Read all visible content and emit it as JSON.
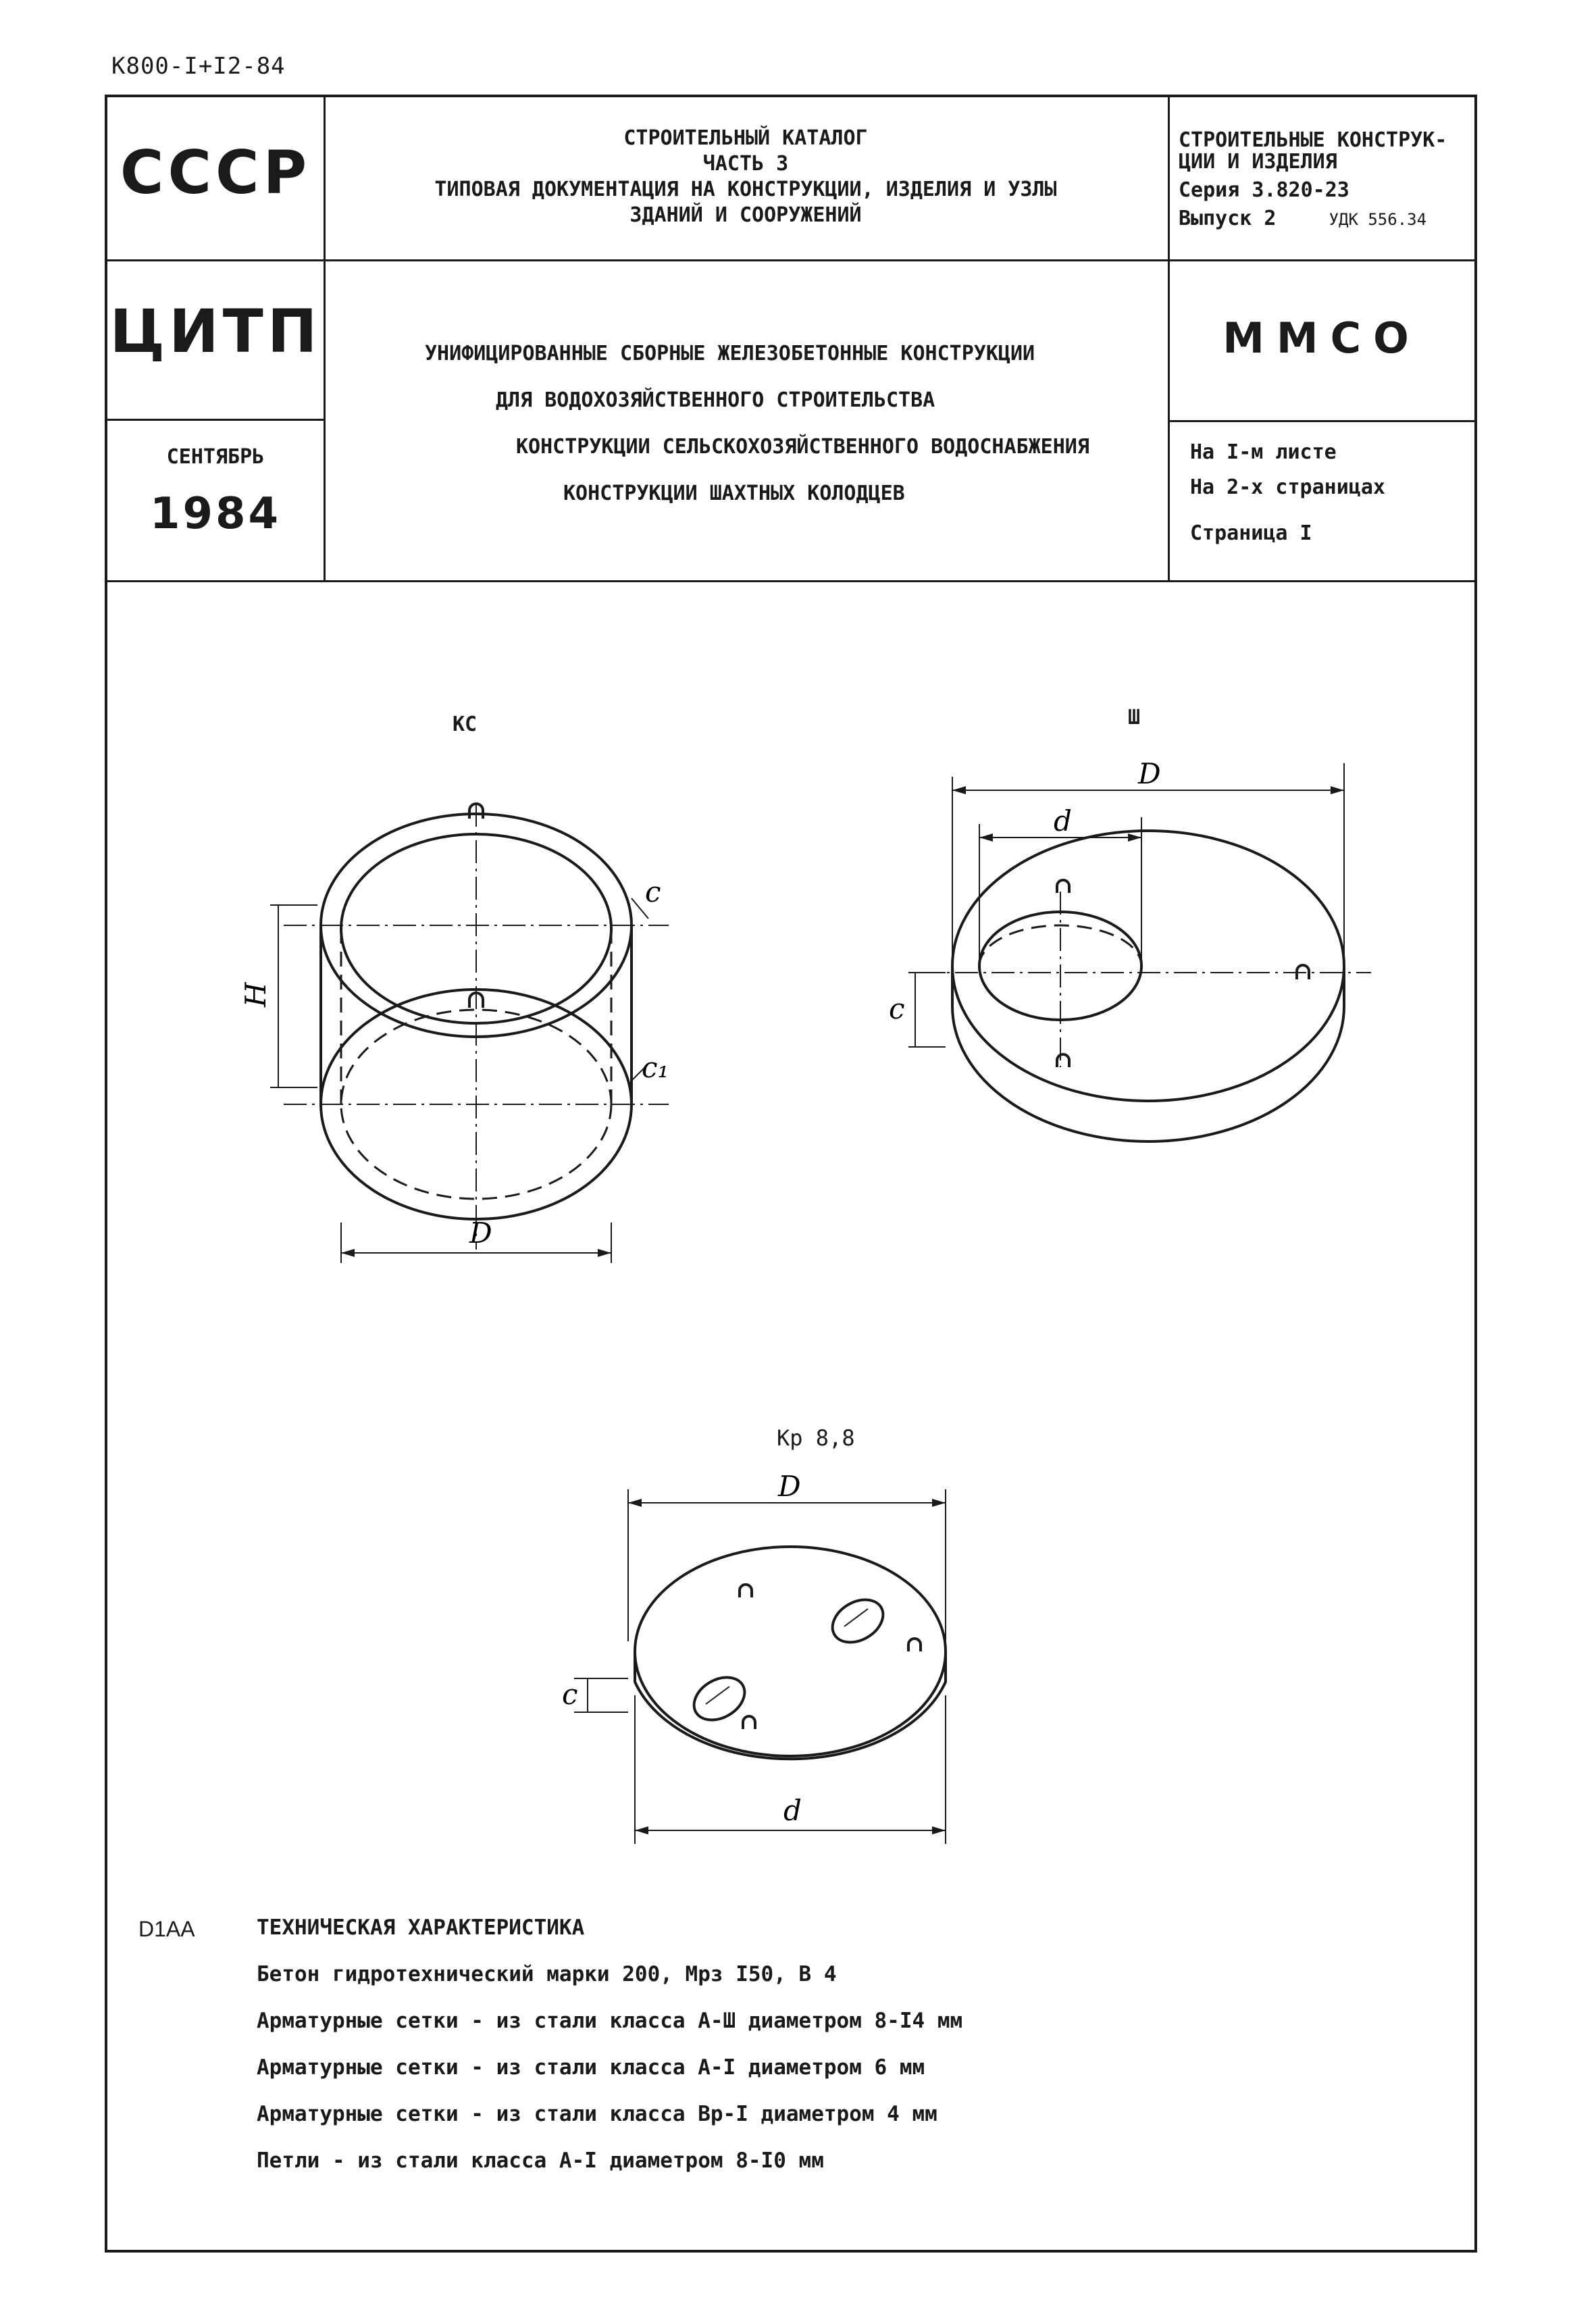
{
  "doc_code": "К800-I+I2-84",
  "header": {
    "country": "СССР",
    "agency": "ЦИТП",
    "month": "СЕНТЯБРЬ",
    "year": "1984",
    "catalog_lines": [
      "СТРОИТЕЛЬНЫЙ КАТАЛОГ",
      "ЧАСТЬ 3",
      "ТИПОВАЯ ДОКУМЕНТАЦИЯ НА КОНСТРУКЦИИ, ИЗДЕЛИЯ И УЗЛЫ",
      "ЗДАНИЙ И СООРУЖЕНИЙ"
    ],
    "section_lines": [
      "СТРОИТЕЛЬНЫЕ КОНСТРУК-",
      "ЦИИ И ИЗДЕЛИЯ"
    ],
    "series": "Серия 3.820-23",
    "issue": "Выпуск 2",
    "udk": "УДК 556.34",
    "title_lines": [
      "УНИФИЦИРОВАННЫЕ СБОРНЫЕ ЖЕЛЕЗОБЕТОННЫЕ КОНСТРУКЦИИ",
      "ДЛЯ ВОДОХОЗЯЙСТВЕННОГО СТРОИТЕЛЬСТВА",
      "КОНСТРУКЦИИ СЕЛЬСКОХОЗЯЙСТВЕННОГО ВОДОСНАБЖЕНИЯ",
      "КОНСТРУКЦИИ ШАХТНЫХ КОЛОДЦЕВ"
    ],
    "organization": "ММСО",
    "sheet_info": [
      "На I-м листе",
      "На 2-х страницах",
      "Страница I"
    ]
  },
  "figures": {
    "ks": {
      "title": "КС",
      "labels": {
        "c": "c",
        "c1": "c₁",
        "h": "H",
        "d": "D"
      }
    },
    "shp": {
      "title": "Ш",
      "labels": {
        "d_outer": "D",
        "d_inner": "d",
        "c": "c"
      }
    },
    "kr": {
      "title": "Кр 8,8",
      "labels": {
        "d_outer": "D",
        "c": "c",
        "d_bottom": "d"
      }
    }
  },
  "specs": {
    "marker": "D1AA",
    "heading": "ТЕХНИЧЕСКАЯ ХАРАКТЕРИСТИКА",
    "lines": [
      "Бетон гидротехнический марки 200, Мрз I50, В 4",
      "Арматурные сетки - из стали класса А-Ш диаметром 8-I4 мм",
      "Арматурные сетки - из стали класса А-I диаметром 6 мм",
      "Арматурные сетки - из стали класса Вр-I диаметром 4 мм",
      "Петли - из стали класса А-I диаметром 8-I0 мм"
    ]
  }
}
